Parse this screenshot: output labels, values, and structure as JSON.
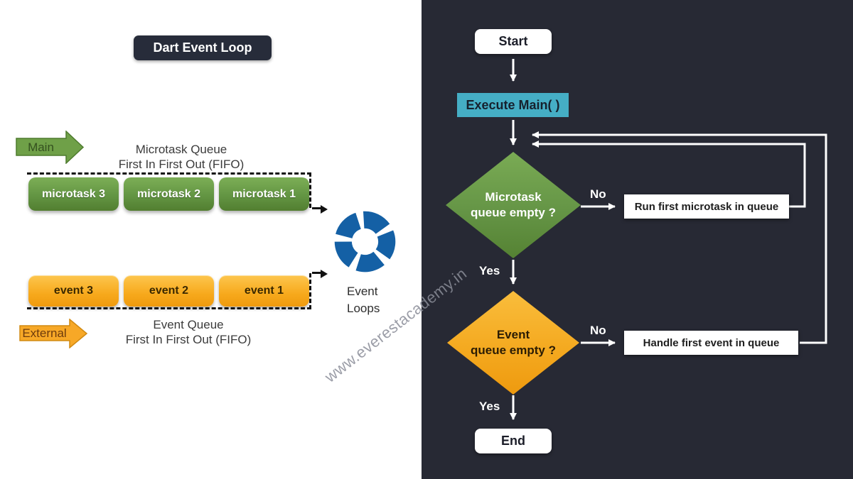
{
  "left_panel": {
    "title": "Dart Event Loop",
    "main_arrow_label": "Main",
    "external_arrow_label": "External",
    "microtask_queue": {
      "heading_line1": "Microtask Queue",
      "heading_line2": "First In First Out (FIFO)",
      "items": [
        "microtask 3",
        "microtask 2",
        "microtask 1"
      ]
    },
    "event_queue": {
      "heading_line1": "Event Queue",
      "heading_line2": "First In First Out (FIFO)",
      "items": [
        "event 3",
        "event 2",
        "event 1"
      ]
    },
    "event_loop_label_line1": "Event",
    "event_loop_label_line2": "Loops",
    "watermark": "www.everestacademy.in"
  },
  "flowchart": {
    "start_label": "Start",
    "execute_main_label": "Execute Main( )",
    "microtask_decision_line1": "Microtask",
    "microtask_decision_line2": "queue empty ?",
    "run_microtask_label": "Run first microtask in queue",
    "event_decision_line1": "Event",
    "event_decision_line2": "queue empty ?",
    "handle_event_label": "Handle first event in queue",
    "end_label": "End",
    "yes_label": "Yes",
    "no_label": "No"
  },
  "colors": {
    "dark_background": "#272934",
    "title_box": "#272c3a",
    "teal_process": "#45aec5",
    "green_node": "#659546",
    "orange_node": "#f4a81e",
    "loop_icon_blue": "#1460a5",
    "connector_white": "#ffffff"
  }
}
